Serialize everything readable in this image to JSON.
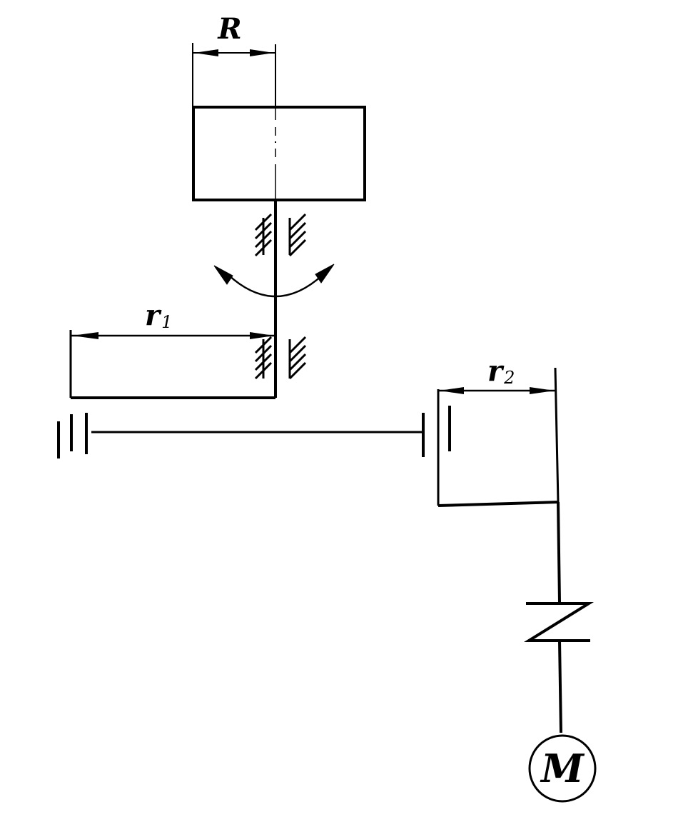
{
  "labels": {
    "R": "R",
    "r1": {
      "base": "r",
      "sub": "1"
    },
    "r2": {
      "base": "r",
      "sub": "2"
    },
    "motor": "M"
  },
  "colors": {
    "ink": "#000000",
    "paper": "#ffffff"
  }
}
